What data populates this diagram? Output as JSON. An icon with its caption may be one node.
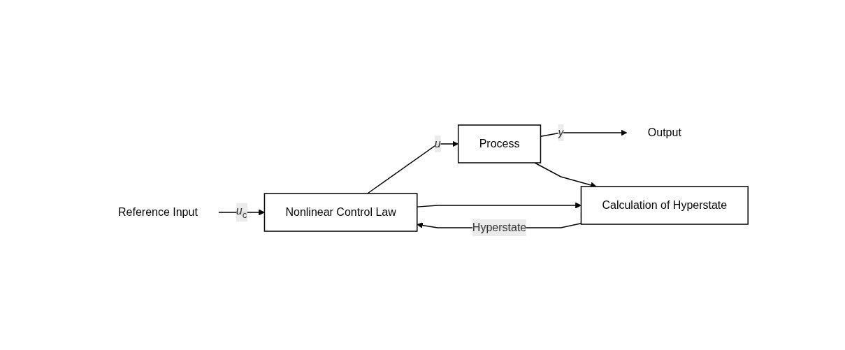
{
  "diagram": {
    "nodes": [
      {
        "text": [
          "Reference Input"
        ]
      },
      {
        "text": [
          "Nonlinear Control Law"
        ]
      },
      {
        "text": [
          "Process"
        ]
      },
      {
        "text": [
          "Calculation of Hyperstate"
        ]
      },
      {
        "text": [
          "Output"
        ]
      }
    ],
    "edges": [
      {
        "from": 0,
        "to": 1,
        "arrow": "to",
        "label": "*u*$_{c}$"
      },
      {
        "from": 1,
        "to": 2,
        "arrow": "to",
        "label": "*u*"
      },
      {
        "from": 1,
        "to": 3,
        "arrow": "to"
      },
      {
        "from": 2,
        "to": 4,
        "arrow": "to",
        "label": "*y*"
      },
      {
        "from": 2,
        "to": 3,
        "arrow": "to"
      },
      {
        "from": 3,
        "to": 1,
        "arrow": "to",
        "label": "Hyperstate"
      }
    ]
  }
}
